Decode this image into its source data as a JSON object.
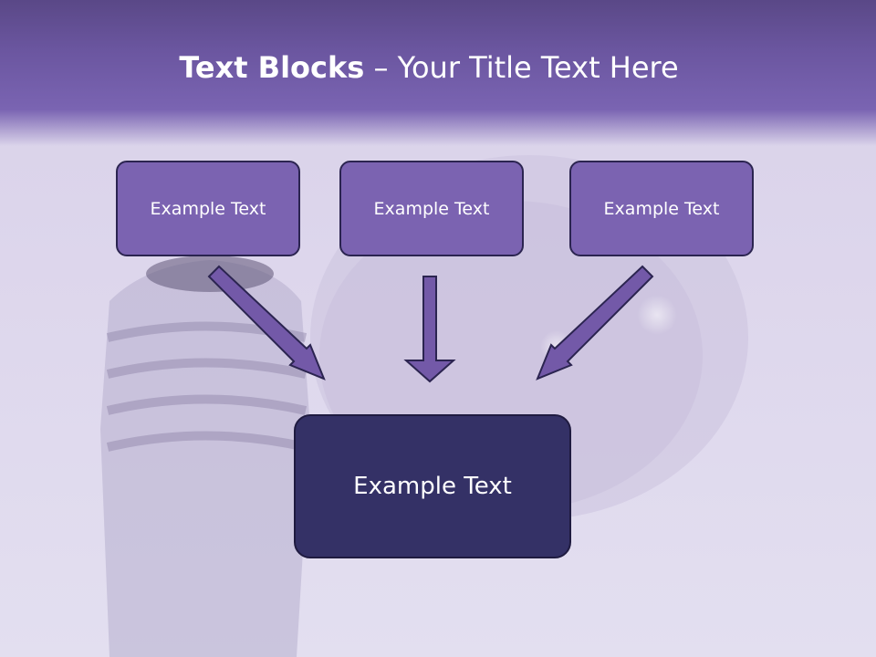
{
  "title": {
    "bold": "Text Blocks",
    "dash": "–",
    "rest": "Your Title Text Here"
  },
  "boxes": {
    "left": "Example Text",
    "center": "Example Text",
    "right": "Example Text",
    "main": "Example Text"
  },
  "colors": {
    "title_band": "#6b56a0",
    "box_fill": "#7b63b1",
    "main_box_fill": "#343166",
    "arrow_fill": "#7359a8",
    "outline": "#2b2450"
  },
  "icons": [
    "arrow-down-right-icon",
    "arrow-down-icon",
    "arrow-down-left-icon"
  ]
}
